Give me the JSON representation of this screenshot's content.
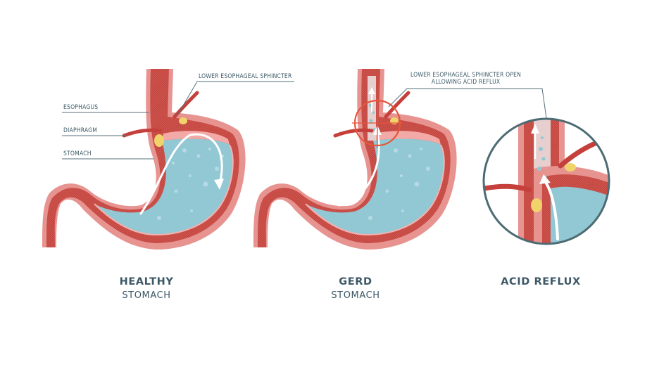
{
  "labels": {
    "les": "LOWER ESOPHAGEAL SPHINCTER",
    "esophagus": "ESOPHAGUS",
    "diaphragm": "DIAPHRAGM",
    "stomach": "STOMACH",
    "les_open_1": "LOWER ESOPHAGEAL SPHINCTER OPEN",
    "les_open_2": "ALLOWING ACID REFLUX"
  },
  "captions": {
    "healthy_1": "HEALTHY",
    "healthy_2": "STOMACH",
    "gerd_1": "GERD",
    "gerd_2": "STOMACH",
    "reflux": "ACID REFLUX"
  },
  "colors": {
    "wall": "#d0564f",
    "outer_wall": "#e68f8c",
    "fluid": "#92c7d4",
    "fluid_dark": "#6fb3c4",
    "fat": "#f1d36b",
    "ring": "#e4563a",
    "circle": "#4d6b73",
    "label_text": "#3e5b68"
  }
}
